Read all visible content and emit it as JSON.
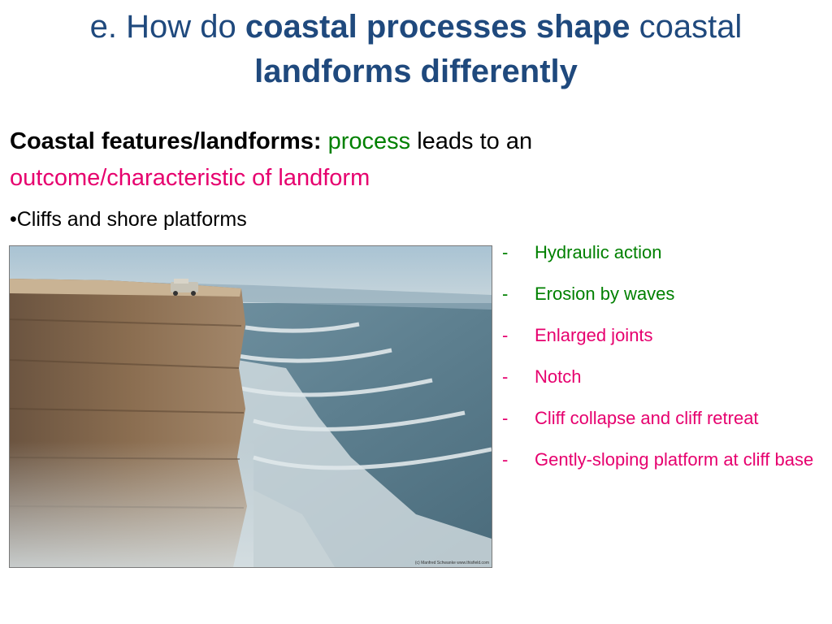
{
  "title": {
    "prefix": "e. How do ",
    "bold1": "coastal processes shape",
    "middle": " coastal ",
    "bold2": "landforms differently"
  },
  "heading": {
    "label": "Coastal features/landforms:",
    "process": "process",
    "leads": "leads to an",
    "outcome": "outcome/characteristic of landform"
  },
  "bullet": "•Cliffs and shore platforms",
  "photo": {
    "credit": "(c) Manfred Schwanke www.thisfield.com"
  },
  "list": [
    {
      "dash": "-",
      "text": "Hydraulic action",
      "color": "#008000"
    },
    {
      "dash": "-",
      "text": "Erosion by waves",
      "color": "#008000"
    },
    {
      "dash": "-",
      "text": "Enlarged joints",
      "color": "#e6006e"
    },
    {
      "dash": "-",
      "text": "Notch",
      "color": "#e6006e"
    },
    {
      "dash": "-",
      "text": "Cliff collapse and cliff retreat",
      "color": "#e6006e"
    },
    {
      "dash": "-",
      "text": "Gently-sloping platform at cliff base",
      "color": "#e6006e"
    }
  ],
  "colors": {
    "title": "#1f497d",
    "process": "#008000",
    "outcome": "#e6006e"
  }
}
